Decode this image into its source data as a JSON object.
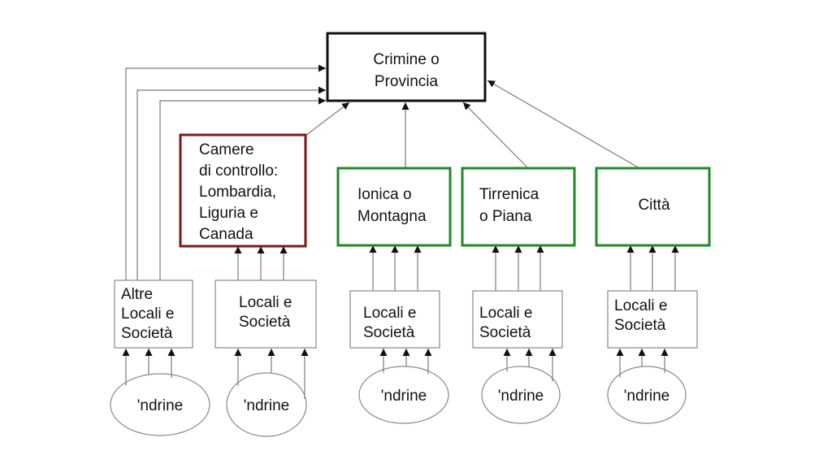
{
  "colors": {
    "top": "#111111",
    "control": "#7b1a1a",
    "mandamento": "#1f8a25",
    "locale": "#888888",
    "ndrine": "#888888"
  },
  "top_node": {
    "id": "crimine",
    "lines": [
      "Crimine o",
      "Provincia"
    ]
  },
  "control_node": {
    "id": "camere",
    "lines": [
      "Camere",
      "di controllo:",
      "Lombardia,",
      "Liguria e",
      "Canada"
    ]
  },
  "mandamenti": [
    {
      "id": "ionica",
      "lines": [
        "Ionica o",
        "Montagna"
      ]
    },
    {
      "id": "tirrenica",
      "lines": [
        "Tirrenica",
        "o Piana"
      ]
    },
    {
      "id": "citta",
      "lines": [
        "Città"
      ]
    }
  ],
  "locali": [
    {
      "id": "altre-locali",
      "lines": [
        "Altre",
        "Locali e",
        "Società"
      ]
    },
    {
      "id": "locali-camere",
      "lines": [
        "Locali e",
        "Società"
      ]
    },
    {
      "id": "locali-ionica",
      "lines": [
        "Locali e",
        "Società"
      ]
    },
    {
      "id": "locali-tirrenica",
      "lines": [
        "Locali e",
        "Società"
      ]
    },
    {
      "id": "locali-citta",
      "lines": [
        "Locali e",
        "Società"
      ]
    }
  ],
  "ndrine": [
    {
      "label": "'ndrine"
    },
    {
      "label": "'ndrine"
    },
    {
      "label": "'ndrine"
    },
    {
      "label": "'ndrine"
    },
    {
      "label": "'ndrine"
    }
  ],
  "edges": [
    {
      "from": "altre-locali",
      "to": "crimine",
      "count": 3
    },
    {
      "from": "camere",
      "to": "crimine"
    },
    {
      "from": "ionica",
      "to": "crimine"
    },
    {
      "from": "tirrenica",
      "to": "crimine"
    },
    {
      "from": "citta",
      "to": "crimine"
    },
    {
      "from": "locali-camere",
      "to": "camere",
      "count": 3
    },
    {
      "from": "locali-ionica",
      "to": "ionica",
      "count": 3
    },
    {
      "from": "locali-tirrenica",
      "to": "tirrenica",
      "count": 3
    },
    {
      "from": "locali-citta",
      "to": "citta",
      "count": 3
    },
    {
      "from": "ndrine",
      "to": "locali",
      "count": 3
    }
  ]
}
